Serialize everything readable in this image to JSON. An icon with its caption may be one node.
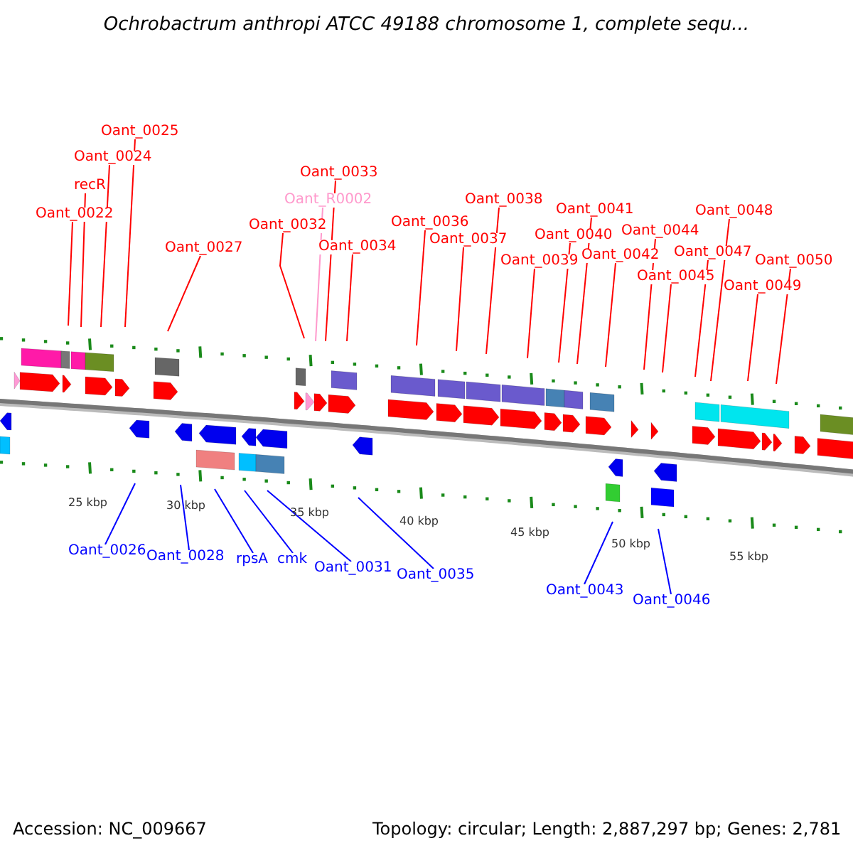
{
  "diagram": {
    "title": "Ochrobactrum anthropi ATCC 49188 chromosome 1, complete sequ...",
    "nodes": [
      {
        "text": [
          "Oant_0022"
        ]
      },
      {
        "text": [
          "recR"
        ]
      },
      {
        "text": [
          "Oant_0024"
        ]
      },
      {
        "text": [
          "Oant_0025"
        ]
      },
      {
        "text": [
          "Oant_0027"
        ]
      },
      {
        "text": [
          "Oant_0032"
        ]
      },
      {
        "text": [
          "Oant_R0002"
        ]
      },
      {
        "text": [
          "Oant_0033"
        ]
      },
      {
        "text": [
          "Oant_0034"
        ]
      },
      {
        "text": [
          "Oant_0036"
        ]
      },
      {
        "text": [
          "Oant_0037"
        ]
      },
      {
        "text": [
          "Oant_0038"
        ]
      },
      {
        "text": [
          "Oant_0039"
        ]
      },
      {
        "text": [
          "Oant_0040"
        ]
      },
      {
        "text": [
          "Oant_0041"
        ]
      },
      {
        "text": [
          "Oant_0042"
        ]
      },
      {
        "text": [
          "Oant_0044"
        ]
      },
      {
        "text": [
          "Oant_0045"
        ]
      },
      {
        "text": [
          "Oant_0047"
        ]
      },
      {
        "text": [
          "Oant_0048"
        ]
      },
      {
        "text": [
          "Oant_0049"
        ]
      },
      {
        "text": [
          "Oant_0050"
        ]
      },
      {
        "text": [
          "Oant_0026"
        ]
      },
      {
        "text": [
          "Oant_0028"
        ]
      },
      {
        "text": [
          "rpsA"
        ]
      },
      {
        "text": [
          "cmk"
        ]
      },
      {
        "text": [
          "Oant_0031"
        ]
      },
      {
        "text": [
          "Oant_0035"
        ]
      },
      {
        "text": [
          "Oant_0043"
        ]
      },
      {
        "text": [
          "Oant_0046"
        ]
      }
    ],
    "edges": [
      {
        "from": 0,
        "to": null,
        "arrow": "none"
      },
      {
        "from": 1,
        "to": null,
        "arrow": "none"
      },
      {
        "from": 2,
        "to": null,
        "arrow": "none"
      },
      {
        "from": 3,
        "to": null,
        "arrow": "none"
      },
      {
        "from": 4,
        "to": null,
        "arrow": "none"
      },
      {
        "from": 5,
        "to": null,
        "arrow": "none"
      },
      {
        "from": 6,
        "to": null,
        "arrow": "none",
        "color": "#ff99cc"
      },
      {
        "from": 7,
        "to": null,
        "arrow": "none"
      },
      {
        "from": 8,
        "to": null,
        "arrow": "none"
      },
      {
        "from": 9,
        "to": null,
        "arrow": "none"
      },
      {
        "from": 10,
        "to": null,
        "arrow": "none"
      },
      {
        "from": 11,
        "to": null,
        "arrow": "none"
      },
      {
        "from": 12,
        "to": null,
        "arrow": "none"
      },
      {
        "from": 13,
        "to": null,
        "arrow": "none"
      },
      {
        "from": 14,
        "to": null,
        "arrow": "none"
      },
      {
        "from": 15,
        "to": null,
        "arrow": "none"
      },
      {
        "from": 16,
        "to": null,
        "arrow": "none"
      },
      {
        "from": 17,
        "to": null,
        "arrow": "none"
      },
      {
        "from": 18,
        "to": null,
        "arrow": "none"
      },
      {
        "from": 19,
        "to": null,
        "arrow": "none"
      },
      {
        "from": 20,
        "to": null,
        "arrow": "none"
      },
      {
        "from": 21,
        "to": null,
        "arrow": "none"
      },
      {
        "from": 22,
        "to": null,
        "arrow": "none",
        "color": "#0000ff"
      },
      {
        "from": 23,
        "to": null,
        "arrow": "none",
        "color": "#0000ff"
      },
      {
        "from": 24,
        "to": null,
        "arrow": "none",
        "color": "#0000ff"
      },
      {
        "from": 25,
        "to": null,
        "arrow": "none",
        "color": "#0000ff"
      },
      {
        "from": 26,
        "to": null,
        "arrow": "none",
        "color": "#0000ff"
      },
      {
        "from": 27,
        "to": null,
        "arrow": "none",
        "color": "#0000ff"
      },
      {
        "from": 28,
        "to": null,
        "arrow": "none",
        "color": "#0000ff"
      },
      {
        "from": 29,
        "to": null,
        "arrow": "none",
        "color": "#0000ff"
      }
    ],
    "labels": [
      "25 kbp",
      "30 kbp",
      "35 kbp",
      "40 kbp",
      "45 kbp",
      "50 kbp",
      "55 kbp",
      "Accession: NC_009667",
      "Topology: circular; Length: 2,887,297 bp; Genes: 2,781"
    ]
  }
}
